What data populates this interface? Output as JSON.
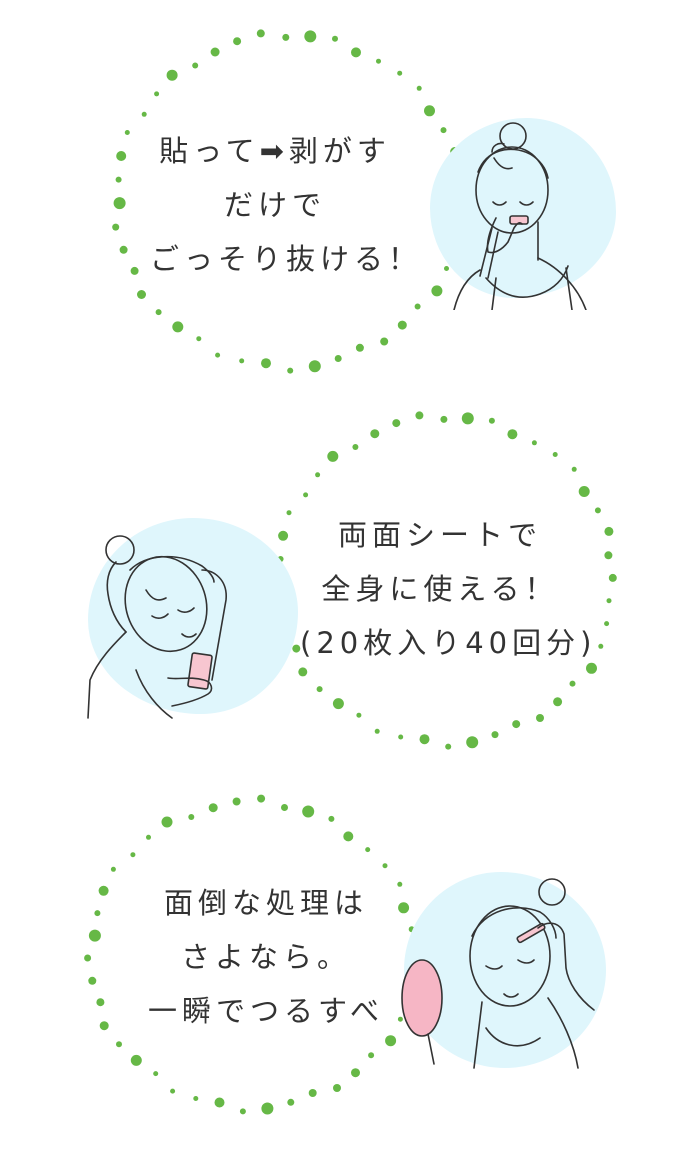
{
  "colors": {
    "dot": "#66b846",
    "blob": "#dff6fc",
    "text": "#333333",
    "line_art": "#333333",
    "wax_strip": "#f7c6d0",
    "mirror": "#f6b6c5"
  },
  "sections": [
    {
      "lines": [
        "貼って➡剥がす",
        "だけで",
        "ごっそり抜ける！"
      ],
      "illustration": "woman-applying-strip-to-upper-lip-icon"
    },
    {
      "lines": [
        "両面シートで",
        "全身に使える！",
        "(20枚入り40回分)"
      ],
      "illustration": "woman-applying-strip-to-underarm-icon"
    },
    {
      "lines": [
        "面倒な処理は",
        "さよなら。",
        "一瞬でつるすべ"
      ],
      "illustration": "woman-with-hand-mirror-applying-strip-to-brow-icon"
    }
  ]
}
